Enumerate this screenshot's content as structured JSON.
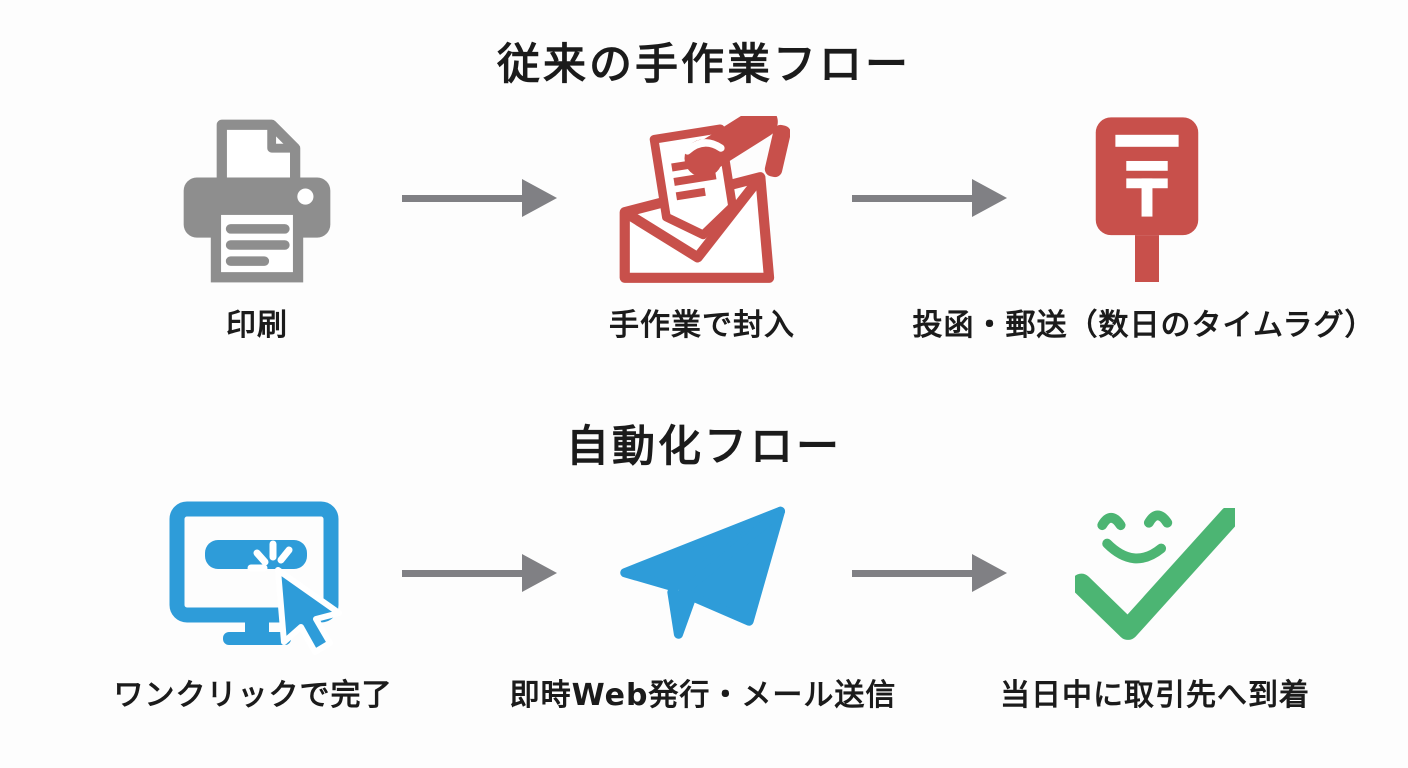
{
  "diagram": {
    "background_color": "#fdfdfd",
    "text_color": "#1b1b1b",
    "arrow_color": "#808084",
    "flows": [
      {
        "title": "従来の手作業フロー",
        "steps": [
          {
            "icon": "printer-icon",
            "color": "#8e8e8e",
            "label": "印刷"
          },
          {
            "icon": "envelope-hand-icon",
            "color": "#c8504b",
            "label": "手作業で封入"
          },
          {
            "icon": "postbox-icon",
            "color": "#c8504b",
            "label": "投函・郵送（数日のタイムラグ）"
          }
        ]
      },
      {
        "title": "自動化フロー",
        "steps": [
          {
            "icon": "computer-click-icon",
            "color": "#2e9cd9",
            "label": "ワンクリックで完了"
          },
          {
            "icon": "paper-plane-icon",
            "color": "#2e9cd9",
            "label": "即時Web発行・メール送信"
          },
          {
            "icon": "check-smile-icon",
            "color": "#4cb573",
            "label": "当日中に取引先へ到着"
          }
        ]
      }
    ]
  }
}
